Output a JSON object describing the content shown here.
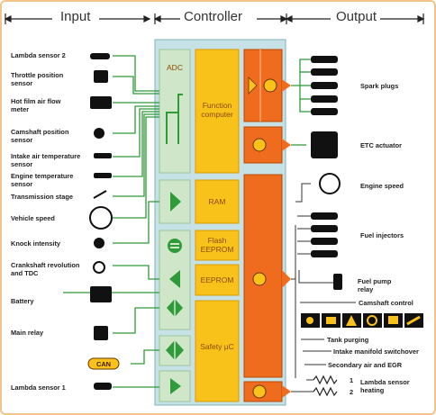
{
  "headers": {
    "input": "Input",
    "controller": "Controller",
    "output": "Output"
  },
  "inputs": [
    {
      "label": "Lambda sensor 2",
      "icon": "lambda-sensor-icon"
    },
    {
      "label": "Throttle position sensor",
      "icon": "throttle-sensor-icon"
    },
    {
      "label": "Hot film air flow meter",
      "icon": "air-flow-meter-icon"
    },
    {
      "label": "Camshaft position sensor",
      "icon": "camshaft-sensor-icon"
    },
    {
      "label": "Intake air temperature sensor",
      "icon": "temperature-sensor-icon"
    },
    {
      "label": "Engine temperature sensor",
      "icon": "temperature-sensor-icon"
    },
    {
      "label": "Transmission stage",
      "icon": "switch-icon"
    },
    {
      "label": "Vehicle speed",
      "icon": "speed-gauge-icon"
    },
    {
      "label": "Knock intensity",
      "icon": "knock-sensor-icon"
    },
    {
      "label": "Crankshaft revolution and TDC",
      "icon": "crankshaft-sensor-icon"
    },
    {
      "label": "Battery",
      "icon": "battery-icon"
    },
    {
      "label": "Main relay",
      "icon": "relay-icon"
    },
    {
      "label": "CAN",
      "icon": "can-bus-icon"
    },
    {
      "label": "Lambda sensor 1",
      "icon": "lambda-sensor-icon"
    }
  ],
  "controller": {
    "adc": "ADC",
    "function_computer": "Function computer",
    "ram": "RAM",
    "flash": "Flash EEPROM",
    "eeprom": "EEPROM",
    "safety": "Safety µC"
  },
  "outputs": [
    {
      "label": "Spark plugs",
      "icon": "spark-plug-icon"
    },
    {
      "label": "ETC actuator",
      "icon": "throttle-actuator-icon"
    },
    {
      "label": "Engine speed",
      "icon": "tachometer-icon"
    },
    {
      "label": "Fuel injectors",
      "icon": "injector-icon"
    },
    {
      "label": "Fuel pump relay",
      "icon": "relay-icon"
    },
    {
      "label": "Camshaft control",
      "icon": "camshaft-icon"
    },
    {
      "label": "Tank purging",
      "icon": "warning-lamp-icon"
    },
    {
      "label": "Intake manifold switchover",
      "icon": "valve-icon"
    },
    {
      "label": "Secondary air and EGR",
      "icon": "valve-icon"
    },
    {
      "label": "Lambda sensor heating",
      "icon": "heater-icon"
    }
  ],
  "heater_numbers": [
    "1",
    "2"
  ],
  "colors": {
    "controller_bg": "#c6e2e6",
    "module": "#f8c21b",
    "power": "#ef6b1e",
    "green_block": "#cfe6c8",
    "arrow": "#2f9a3a"
  }
}
